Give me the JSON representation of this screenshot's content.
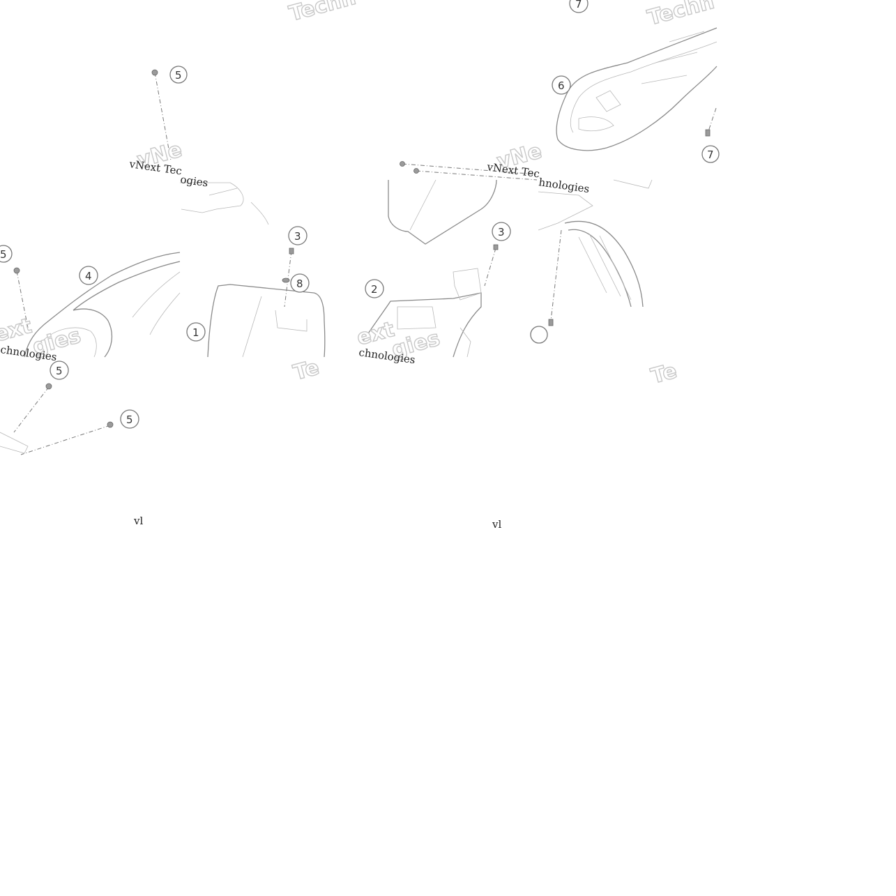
{
  "diagram": {
    "callouts": [
      "5",
      "4",
      "1",
      "3",
      "8",
      "2",
      "6",
      "7"
    ],
    "watermark": {
      "big_text": [
        "Techn",
        "vNe",
        "ext",
        "gies",
        "Te"
      ],
      "small_text": [
        "vNext Tec",
        "vNext Tec",
        "chnologies",
        "hnologies",
        "chnologies",
        "ogies",
        "vl"
      ]
    }
  }
}
